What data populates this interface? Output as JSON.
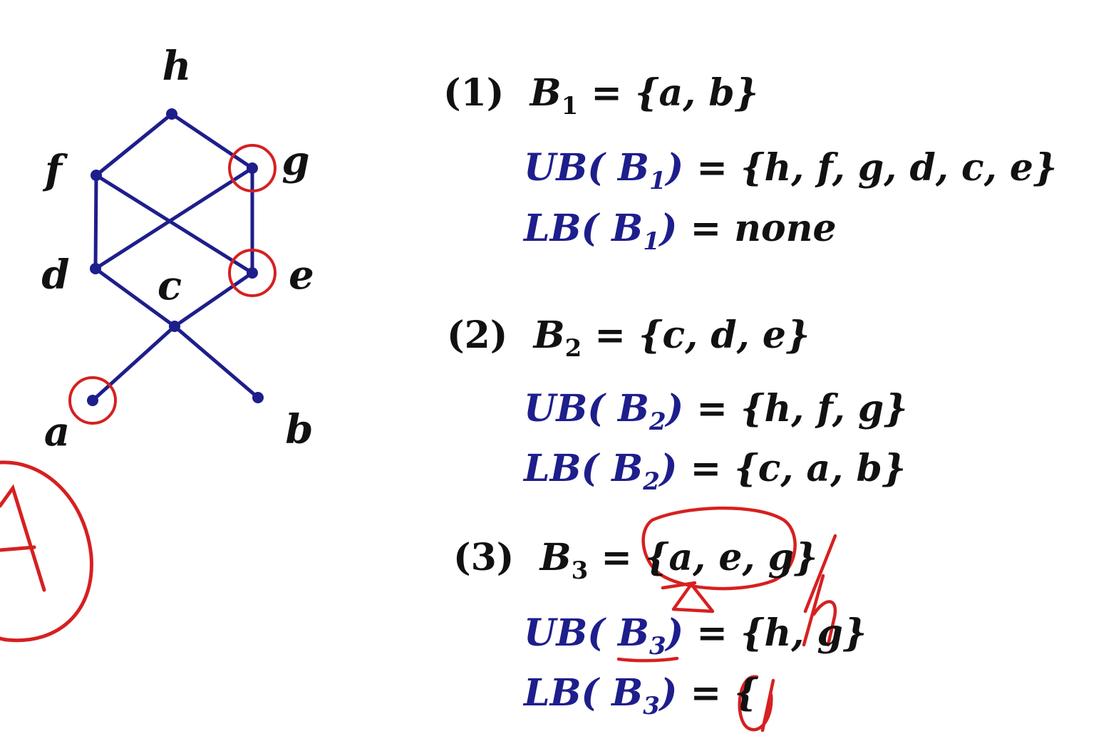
{
  "colors": {
    "edge": "#1e1e8c",
    "node": "#1e1e8c",
    "label": "#111111",
    "op": "#1e1e8c",
    "annotation": "#d62020"
  },
  "diagram": {
    "nodes": [
      {
        "id": "h",
        "label": "h"
      },
      {
        "id": "f",
        "label": "f"
      },
      {
        "id": "g",
        "label": "g"
      },
      {
        "id": "d",
        "label": "d"
      },
      {
        "id": "e",
        "label": "e"
      },
      {
        "id": "c",
        "label": "c"
      },
      {
        "id": "a",
        "label": "a"
      },
      {
        "id": "b",
        "label": "b"
      }
    ],
    "edges": [
      [
        "h",
        "f"
      ],
      [
        "h",
        "g"
      ],
      [
        "f",
        "d"
      ],
      [
        "f",
        "e"
      ],
      [
        "g",
        "d"
      ],
      [
        "g",
        "e"
      ],
      [
        "d",
        "c"
      ],
      [
        "e",
        "c"
      ],
      [
        "c",
        "a"
      ],
      [
        "c",
        "b"
      ]
    ],
    "circled_nodes": [
      "g",
      "e",
      "a"
    ],
    "margin_note": "A"
  },
  "problems": [
    {
      "num": "(1)",
      "set_name": "B",
      "sub": "1",
      "set_value": "= {a, b}",
      "ub_value": "= {h, f, g, d, c, e}",
      "lb_value": "=  none"
    },
    {
      "num": "(2)",
      "set_name": "B",
      "sub": "2",
      "set_value": "= {c, d, e}",
      "ub_value": "= {h, f, g}",
      "lb_value": "=  {c, a, b}"
    },
    {
      "num": "(3)",
      "set_name": "B",
      "sub": "3",
      "set_value": "= {a, e, g}",
      "ub_value": "= {h, g}",
      "lb_value": "= {"
    }
  ],
  "labels": {
    "ub": "UB(",
    "lb": "LB(",
    "close": ")"
  },
  "handwriting": {
    "upper_bound_note": "h",
    "lower_bound_note": "a"
  }
}
